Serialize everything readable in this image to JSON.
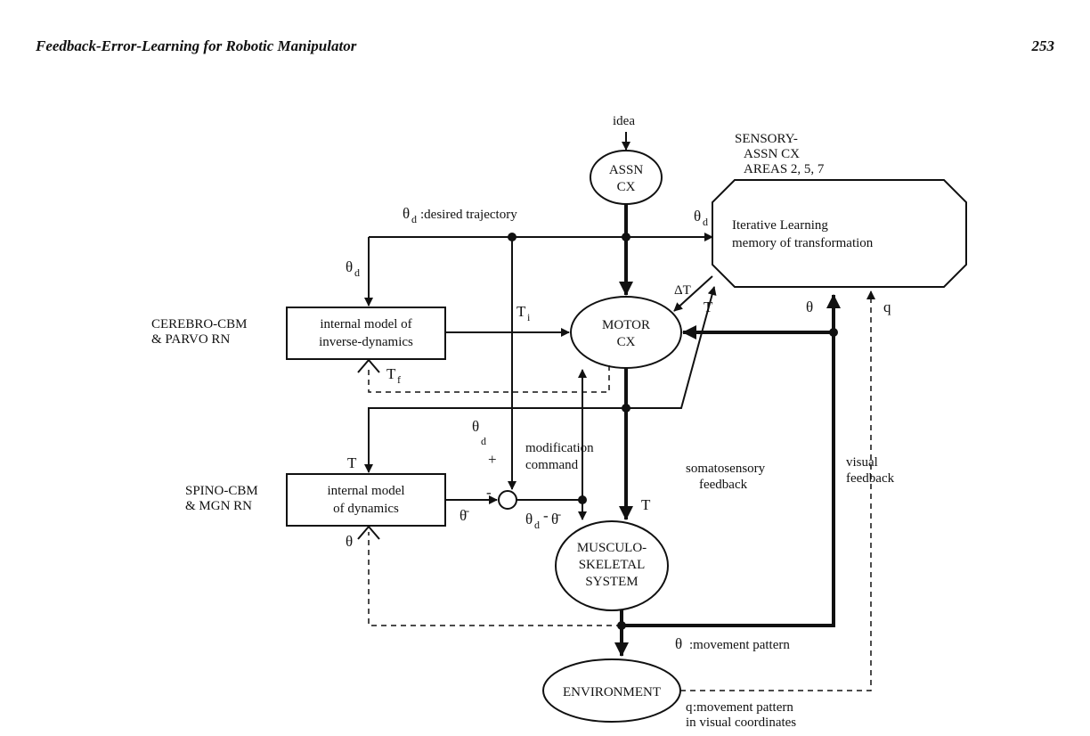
{
  "header": {
    "title": "Feedback-Error-Learning for Robotic Manipulator",
    "page_number": "253"
  },
  "diagram": {
    "idea": "idea",
    "assn_cx": [
      "ASSN",
      "CX"
    ],
    "sensory_area": [
      "SENSORY-",
      "ASSN CX",
      "AREAS 2, 5, 7"
    ],
    "desired_trajectory": ":desired trajectory",
    "iterative_box": [
      "Iterative Learning",
      "memory of transformation"
    ],
    "motor_cx": [
      "MOTOR",
      "CX"
    ],
    "inverse_box": [
      "internal model of",
      "inverse-dynamics"
    ],
    "cerebro_label": [
      "CEREBRO-CBM",
      "& PARVO RN"
    ],
    "dynamics_box": [
      "internal model",
      "of dynamics"
    ],
    "spino_label": [
      "SPINO-CBM",
      "& MGN RN"
    ],
    "modification": [
      "modification",
      "command"
    ],
    "somatosensory": [
      "somatosensory",
      "feedback"
    ],
    "visual": [
      "visual",
      "feedback"
    ],
    "musculo": [
      "MUSCULO-",
      "SKELETAL",
      "SYSTEM"
    ],
    "environment": "ENVIRONMENT",
    "movement_pattern": ":movement pattern",
    "q_movement": [
      ":movement pattern",
      "in visual coordinates"
    ],
    "symbols": {
      "theta": "θ",
      "theta_d": "d",
      "T": "T",
      "T_i": "i",
      "T_f": "f",
      "delta_T": "ΔT",
      "q": "q",
      "plus": "+",
      "minus": "-",
      "theta_bar": "θ̄"
    }
  }
}
